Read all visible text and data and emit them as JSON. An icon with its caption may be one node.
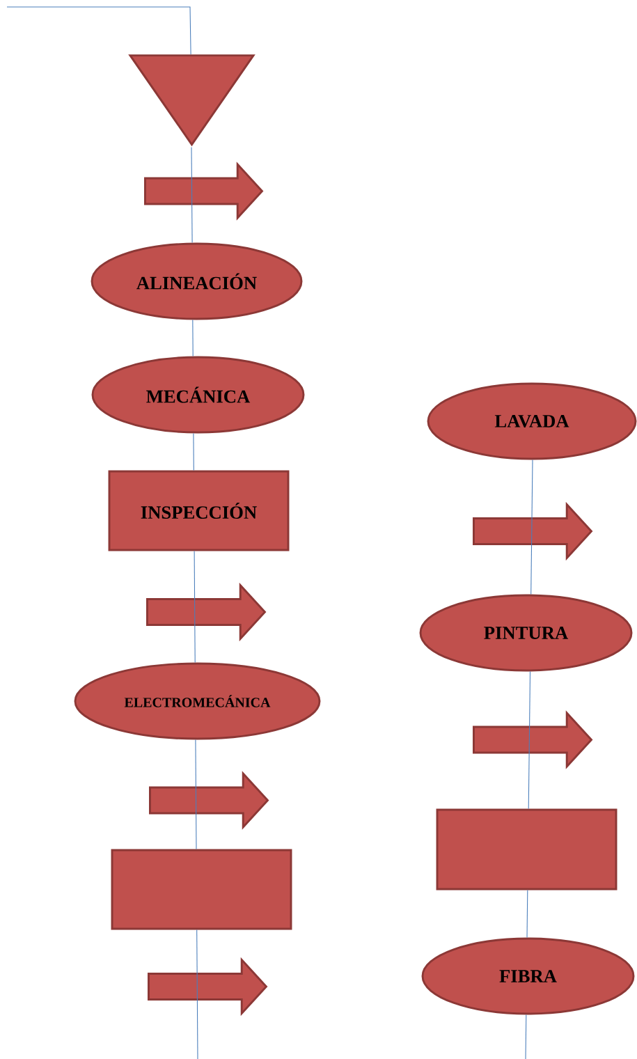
{
  "diagram": {
    "nodes": [
      {
        "text": [],
        "shape": "triangle"
      },
      {
        "text": [
          "ALINEACIÓN"
        ]
      },
      {
        "text": [
          "MECÁNICA"
        ]
      },
      {
        "text": [
          "INSPECCIÓN"
        ]
      },
      {
        "text": [
          "ELECTROMECÁNICA"
        ]
      },
      {
        "text": [],
        "shape": "box"
      },
      {
        "text": [
          "LAVADA"
        ]
      },
      {
        "text": [
          "PINTURA"
        ]
      },
      {
        "text": [],
        "shape": "box"
      },
      {
        "text": [
          "FIBRA"
        ]
      }
    ],
    "edges": [
      {
        "from": null,
        "to": 0,
        "arrow": "none"
      },
      {
        "from": 0,
        "to": 1,
        "arrow": "none"
      },
      {
        "from": 1,
        "to": 2,
        "arrow": "none"
      },
      {
        "from": 2,
        "to": 3,
        "arrow": "none"
      },
      {
        "from": 3,
        "to": 4,
        "arrow": "none"
      },
      {
        "from": 4,
        "to": 5,
        "arrow": "none"
      },
      {
        "from": 5,
        "to": null,
        "arrow": "none"
      },
      {
        "from": 6,
        "to": 7,
        "arrow": "none"
      },
      {
        "from": 7,
        "to": 8,
        "arrow": "none"
      },
      {
        "from": 8,
        "to": 9,
        "arrow": "none"
      },
      {
        "from": 9,
        "to": null,
        "arrow": "none"
      }
    ]
  }
}
